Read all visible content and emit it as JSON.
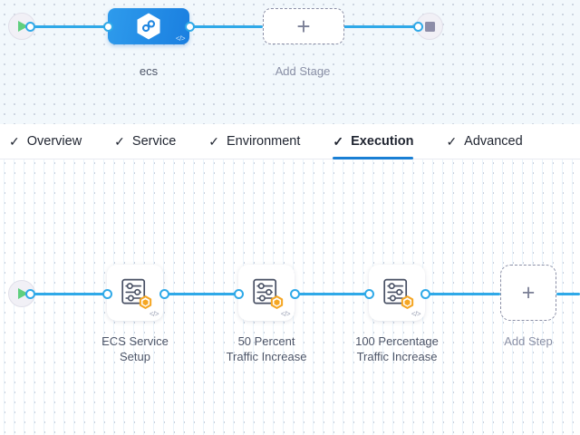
{
  "stage_canvas": {
    "start_node": {
      "name": "start-node",
      "icon": "play-icon"
    },
    "end_node": {
      "name": "end-node",
      "icon": "stop-icon"
    },
    "stage": {
      "label": "ecs",
      "icon": "hexagon-infinity-icon",
      "code_tag": "</>"
    },
    "add_stage": {
      "label": "Add Stage",
      "plus": "+"
    }
  },
  "tabs": [
    {
      "label": "Overview",
      "check": "✓",
      "active": false
    },
    {
      "label": "Service",
      "check": "✓",
      "active": false
    },
    {
      "label": "Environment",
      "check": "✓",
      "active": false
    },
    {
      "label": "Execution",
      "check": "✓",
      "active": true
    },
    {
      "label": "Advanced",
      "check": "✓",
      "active": false
    }
  ],
  "step_canvas": {
    "start_node": {
      "name": "start-node",
      "icon": "play-icon"
    },
    "steps": [
      {
        "label_line1": "ECS Service",
        "label_line2": "Setup",
        "icon": "settings-sliders-icon",
        "badge": "orange-hexagon-badge",
        "code_tag": "</>"
      },
      {
        "label_line1": "50 Percent",
        "label_line2": "Traffic Increase",
        "icon": "settings-sliders-icon",
        "badge": "orange-hexagon-badge",
        "code_tag": "</>"
      },
      {
        "label_line1": "100 Percentage",
        "label_line2": "Traffic Increase",
        "icon": "settings-sliders-icon",
        "badge": "orange-hexagon-badge",
        "code_tag": "</>"
      }
    ],
    "add_step": {
      "label": "Add Step",
      "plus": "+"
    }
  },
  "colors": {
    "accent_blue": "#2fa9e8",
    "tab_active_underline": "#1a7fd4",
    "stage_blue_start": "#2e9bec",
    "stage_blue_end": "#1a7fe0",
    "badge_orange": "#f5a623",
    "play_green": "#5fcf7e",
    "stop_gray": "#8d8da8",
    "canvas_tint": "#f2f8fc"
  }
}
